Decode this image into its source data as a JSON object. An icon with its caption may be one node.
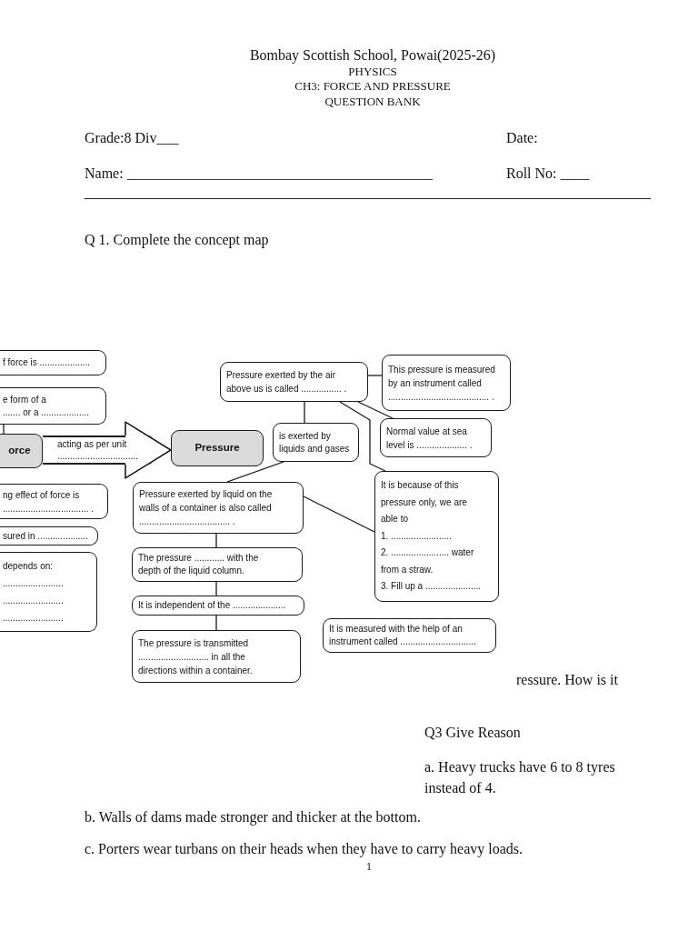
{
  "diagram": {
    "title": "Bombay Scottish School, Powai(2025-26)",
    "nodes": [
      {
        "text": [
          "f force is ...................."
        ]
      },
      {
        "text": [
          "e form of a ....... or a ..................."
        ]
      },
      {
        "text": [
          "orce"
        ]
      },
      {
        "text": [
          "Pressure"
        ]
      },
      {
        "text": [
          "Pressure exerted by the air above us is called ................ ."
        ]
      },
      {
        "text": [
          "This pressure is measured by an instrument called ........................................ ."
        ]
      },
      {
        "text": [
          "is exerted by liquids and gases"
        ]
      },
      {
        "text": [
          "Normal value at sea level is .................... ."
        ]
      },
      {
        "text": [
          "ng effect of force is .................................. ."
        ]
      },
      {
        "text": [
          "sured in ...................."
        ]
      },
      {
        "text": [
          "depends on: ........................ ........................ ........................"
        ]
      },
      {
        "text": [
          "Pressure exerted by liquid on the walls of a container is also called .................................... ."
        ]
      },
      {
        "text": [
          "The pressure ............ with the depth of the liquid column."
        ]
      },
      {
        "text": [
          "It is independent of the ....................."
        ]
      },
      {
        "text": [
          "The pressure is transmitted ............................ in all the directions within a container."
        ]
      },
      {
        "text": [
          "It is because of this pressure only, we are able to",
          "1. ........................",
          "2. ....................... water from a straw.",
          "3. Fill up a ......................"
        ]
      },
      {
        "text": [
          "It is measured with the help of an instrument called .............................."
        ]
      }
    ],
    "edges": [
      {
        "from": 1,
        "to": 2,
        "arrow": "none"
      },
      {
        "from": 2,
        "to": 3,
        "arrow": "to",
        "label": "acting as per unit ................................",
        "style": "thick"
      },
      {
        "from": 4,
        "to": 5,
        "arrow": "none"
      },
      {
        "from": 4,
        "to": 6,
        "arrow": "none"
      },
      {
        "from": 4,
        "to": 7,
        "arrow": "none"
      },
      {
        "from": 4,
        "to": 15,
        "arrow": "none"
      },
      {
        "from": 6,
        "to": 11,
        "arrow": "none"
      },
      {
        "from": 11,
        "to": 15,
        "arrow": "none"
      },
      {
        "from": 11,
        "to": 12,
        "arrow": "none"
      },
      {
        "from": 12,
        "to": 13,
        "arrow": "none"
      },
      {
        "from": 13,
        "to": 14,
        "arrow": "none"
      }
    ],
    "labels": [
      "PHYSICS",
      "CH3: FORCE AND PRESSURE",
      "QUESTION BANK",
      "Grade:8 Div___",
      "Date:",
      "Name: __________________________________________",
      "Roll No: ____",
      "Q 1. Complete the concept map",
      "ressure. How is it",
      "Q3 Give Reason",
      "a. Heavy trucks have 6 to 8 tyres instead of 4.",
      "b. Walls of dams made stronger and thicker at the bottom.",
      "c. Porters wear turbans on their heads when they have to carry heavy loads.",
      "1"
    ]
  }
}
